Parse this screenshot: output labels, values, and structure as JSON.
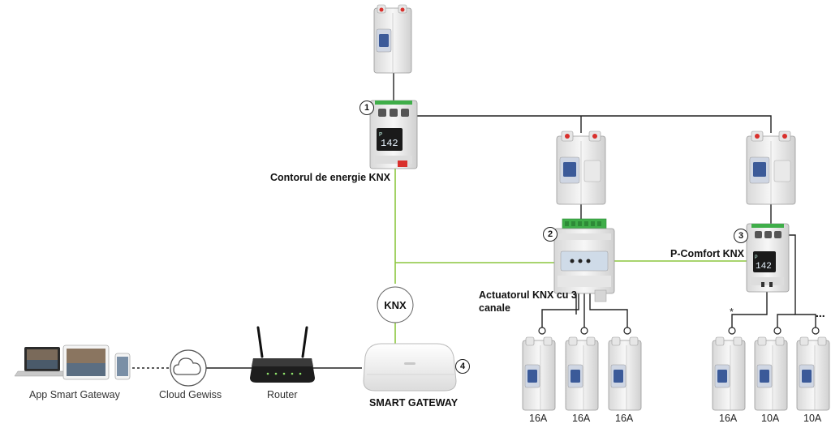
{
  "labels": {
    "energy_meter": "Contorul de energie KNX",
    "actuator": "Actuatorul KNX cu 3 canale",
    "p_comfort": "P-Comfort KNX",
    "smart_gateway": "SMART GATEWAY",
    "app": "App Smart Gateway",
    "cloud": "Cloud Gewiss",
    "router": "Router"
  },
  "badges": {
    "one": "1",
    "two": "2",
    "three": "3",
    "four": "4"
  },
  "bus_logo": "KNX",
  "device_display": "142",
  "asterisk": "*",
  "ellipsis": "...",
  "breaker_ratings": [
    "16A",
    "16A",
    "16A",
    "16A",
    "10A",
    "10A"
  ],
  "colors": {
    "knx_bus": "#8cc63f",
    "power_line": "#222222",
    "breaker_body": "#f2f2f2",
    "breaker_toggle": "#3b5a99",
    "terminal_green": "#3fae49",
    "accent_red": "#d9302c"
  }
}
